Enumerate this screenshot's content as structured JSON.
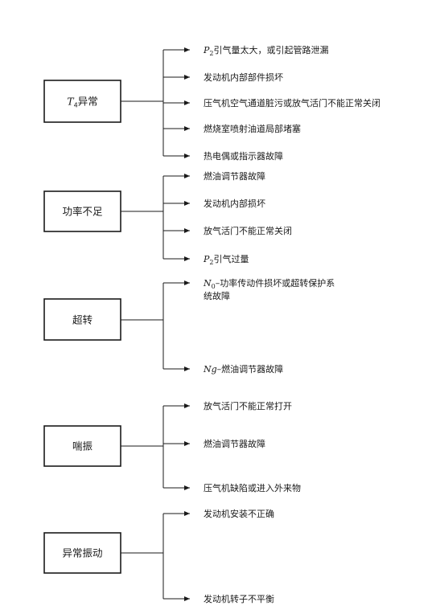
{
  "colors": {
    "stroke": "#1a1a1a",
    "text": "#1a1a1a",
    "background": "#ffffff"
  },
  "groups": [
    {
      "id": "t4-abnormal",
      "label": {
        "main": "T",
        "sub": "4",
        "rest": "异常",
        "italic_main": true
      },
      "causes": [
        {
          "lines": [
            {
              "runs": [
                {
                  "t": "P",
                  "italic": true
                },
                {
                  "t": "2",
                  "sub": true
                },
                {
                  "t": "引气量太大，或引起管路泄漏"
                }
              ]
            }
          ]
        },
        {
          "lines": [
            {
              "runs": [
                {
                  "t": "发动机内部部件损坏"
                }
              ]
            }
          ]
        },
        {
          "lines": [
            {
              "runs": [
                {
                  "t": "压气机空气通道脏污或放气活门不能正常关闭"
                }
              ]
            }
          ]
        },
        {
          "lines": [
            {
              "runs": [
                {
                  "t": "燃烧室喷射油道局部堵塞"
                }
              ]
            }
          ]
        },
        {
          "lines": [
            {
              "runs": [
                {
                  "t": "热电偶或指示器故障"
                }
              ]
            }
          ]
        }
      ]
    },
    {
      "id": "power-insufficient",
      "label": {
        "main": "功率不足"
      },
      "causes": [
        {
          "lines": [
            {
              "runs": [
                {
                  "t": "燃油调节器故障"
                }
              ]
            }
          ]
        },
        {
          "lines": [
            {
              "runs": [
                {
                  "t": "发动机内部损坏"
                }
              ]
            }
          ]
        },
        {
          "lines": [
            {
              "runs": [
                {
                  "t": "放气活门不能正常关闭"
                }
              ]
            }
          ]
        },
        {
          "lines": [
            {
              "runs": [
                {
                  "t": "P",
                  "italic": true
                },
                {
                  "t": "2",
                  "sub": true
                },
                {
                  "t": "引气过量"
                }
              ]
            }
          ]
        }
      ]
    },
    {
      "id": "overspeed",
      "label": {
        "main": "超转"
      },
      "causes": [
        {
          "lines": [
            {
              "runs": [
                {
                  "t": "N",
                  "italic": true
                },
                {
                  "t": "0",
                  "sub": true
                },
                {
                  "t": "–功率传动件损坏或超转保护系"
                }
              ]
            },
            {
              "runs": [
                {
                  "t": "统故障"
                }
              ]
            }
          ]
        },
        {
          "lines": [
            {
              "runs": [
                {
                  "t": "Ng",
                  "italic": true
                },
                {
                  "t": "–燃油调节器故障"
                }
              ]
            }
          ]
        }
      ]
    },
    {
      "id": "surge",
      "label": {
        "main": "喘振"
      },
      "causes": [
        {
          "lines": [
            {
              "runs": [
                {
                  "t": "放气活门不能正常打开"
                }
              ]
            }
          ]
        },
        {
          "lines": [
            {
              "runs": [
                {
                  "t": "燃油调节器故障"
                }
              ]
            }
          ]
        },
        {
          "lines": [
            {
              "runs": [
                {
                  "t": "压气机缺陷或进入外来物"
                }
              ]
            }
          ]
        }
      ]
    },
    {
      "id": "abnormal-vibration",
      "label": {
        "main": "异常振动"
      },
      "causes": [
        {
          "lines": [
            {
              "runs": [
                {
                  "t": "发动机安装不正确"
                }
              ]
            }
          ]
        },
        {
          "lines": [
            {
              "runs": [
                {
                  "t": "发动机转子不平衡"
                }
              ]
            }
          ]
        }
      ]
    }
  ]
}
